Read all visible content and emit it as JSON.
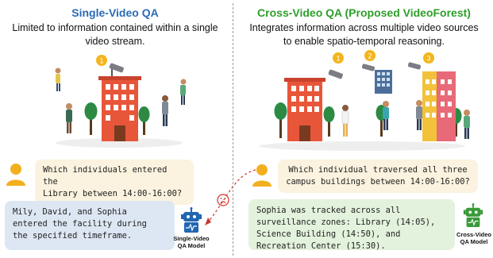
{
  "left": {
    "title": "Single-Video QA",
    "title_color": "#2a6bb7",
    "desc_line1": "Limited to information contained within a single",
    "desc_line2": "video stream.",
    "question_line1": "Which individuals entered the",
    "question_line2": "Library between 14:00-16:00?",
    "answer_line1": "Mily, David, and Sophia",
    "answer_line2": "entered the facility during",
    "answer_line3": "the specified timeframe.",
    "answer_bg": "#dde7f3",
    "model_line1": "Single-Video",
    "model_line2": "QA Model",
    "camera_badge": "1"
  },
  "right": {
    "title": "Cross-Video QA (Proposed VideoForest)",
    "title_color": "#2e9e2a",
    "desc_line1": "Integrates information across multiple video sources",
    "desc_line2": "to enable spatio-temporal reasoning.",
    "question_line1": "Which individual traversed all three",
    "question_line2": "campus buildings between 14:00-16:00?",
    "answer_line1": "Sophia  was tracked across all",
    "answer_line2": "surveillance zones: Library (14:05),",
    "answer_line3": "Science Building (14:50), and",
    "answer_line4": "Recreation Center (15:30).",
    "answer_bg": "#e3f2dd",
    "model_line1": "Cross-Video",
    "model_line2": "QA Model",
    "camera_badges": [
      "1",
      "2",
      "3"
    ]
  },
  "icons": {
    "user": "user-icon",
    "robot": "robot-icon",
    "camera": "security-camera-icon",
    "sad_face": "sad-face-icon"
  }
}
